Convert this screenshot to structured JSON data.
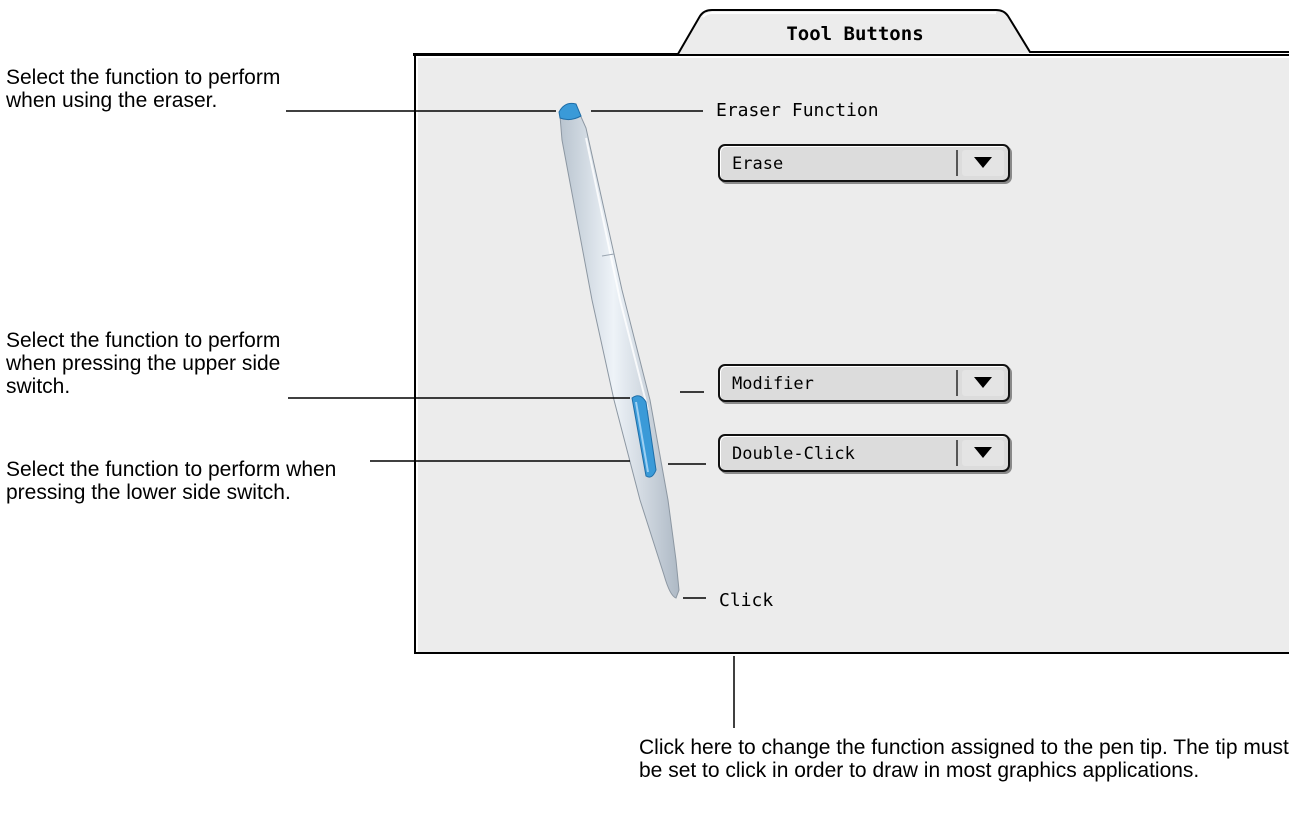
{
  "tab": {
    "title": "Tool Buttons"
  },
  "eraser": {
    "label": "Eraser Function",
    "value": "Erase"
  },
  "upper_switch": {
    "value": "Modifier"
  },
  "lower_switch": {
    "value": "Double-Click"
  },
  "tip": {
    "value": "Click"
  },
  "callouts": {
    "eraser": "Select the function to perform when using the eraser.",
    "upper": "Select the function to perform when pressing the upper side switch.",
    "lower": "Select the function to perform when pressing the lower side switch.",
    "tip": "Click here to change the function assigned to the pen tip.  The tip must be set to click in order to draw in most graphics applications."
  },
  "colors": {
    "panel": "#ececec",
    "pen_accent": "#3a9ad8",
    "pen_body": "#dfe6ee"
  }
}
